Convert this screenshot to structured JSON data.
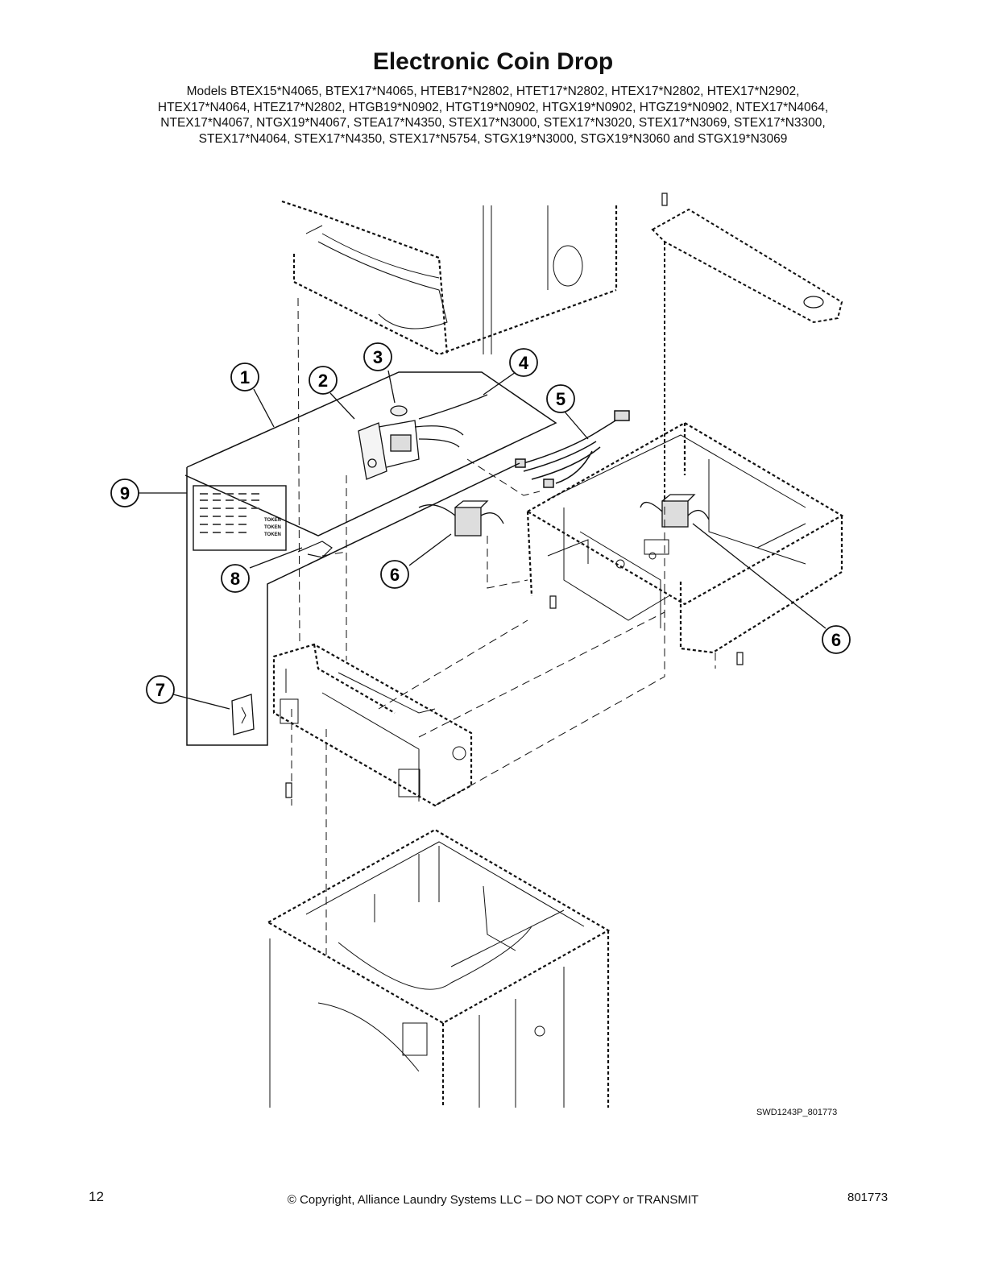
{
  "title": "Electronic Coin Drop",
  "models": [
    "Models BTEX15*N4065, BTEX17*N4065, HTEB17*N2802, HTET17*N2802, HTEX17*N2802, HTEX17*N2902,",
    "HTEX17*N4064, HTEZ17*N2802, HTGB19*N0902, HTGT19*N0902, HTGX19*N0902, HTGZ19*N0902, NTEX17*N4064,",
    "NTEX17*N4067, NTGX19*N4067, STEA17*N4350, STEX17*N3000, STEX17*N3020, STEX17*N3069, STEX17*N3300,",
    "STEX17*N4064, STEX17*N4350, STEX17*N5754, STGX19*N3000, STGX19*N3060 and STGX19*N3069"
  ],
  "callouts": [
    "1",
    "2",
    "3",
    "4",
    "5",
    "6",
    "6",
    "7",
    "8",
    "9"
  ],
  "label_token": [
    "TOKEN",
    "TOKEN",
    "TOKEN"
  ],
  "drawing_code": "SWD1243P_801773",
  "footer": {
    "page_number": "12",
    "copyright": "© Copyright, Alliance Laundry Systems LLC – DO NOT COPY or TRANSMIT",
    "doc_number": "801773"
  }
}
